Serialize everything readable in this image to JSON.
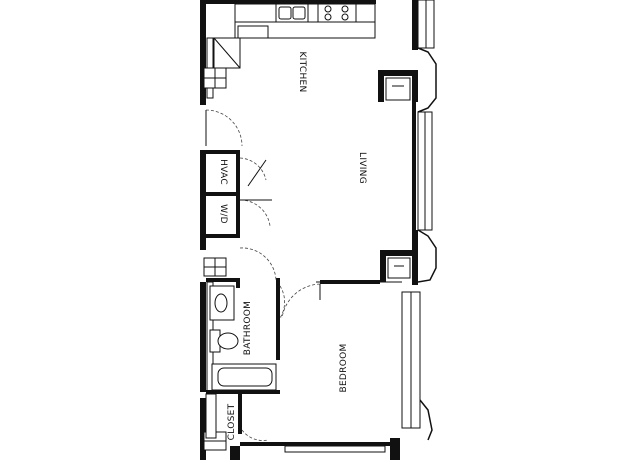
{
  "rooms": {
    "kitchen": "KITCHEN",
    "living": "LIVING",
    "hvac": "HVAC",
    "wd": "W/D",
    "bathroom": "BATHROOM",
    "bedroom": "BEDROOM",
    "closet": "CLOSET"
  },
  "colors": {
    "wall": "#111111",
    "background": "#ffffff"
  }
}
